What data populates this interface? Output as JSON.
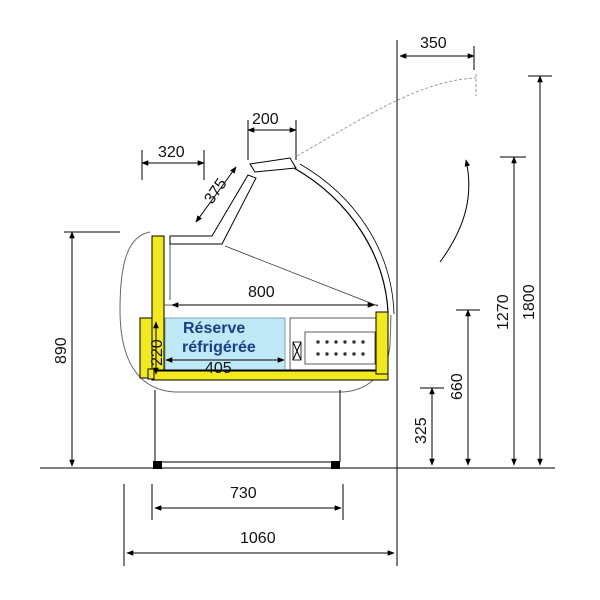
{
  "diagram": {
    "dimensions": {
      "d350": "350",
      "d200": "200",
      "d320": "320",
      "d375": "375",
      "d800": "800",
      "d890": "890",
      "d220": "220",
      "d405": "405",
      "d730": "730",
      "d1060": "1060",
      "d325": "325",
      "d660": "660",
      "d1270": "1270",
      "d1800": "1800"
    },
    "reserve_label": {
      "line1": "Réserve",
      "line2": "réfrigérée"
    },
    "colors": {
      "frame": "#f2ea1c",
      "reserve": "#bfe9f6",
      "outline": "#000000",
      "label_text": "#1b3e8a"
    }
  }
}
